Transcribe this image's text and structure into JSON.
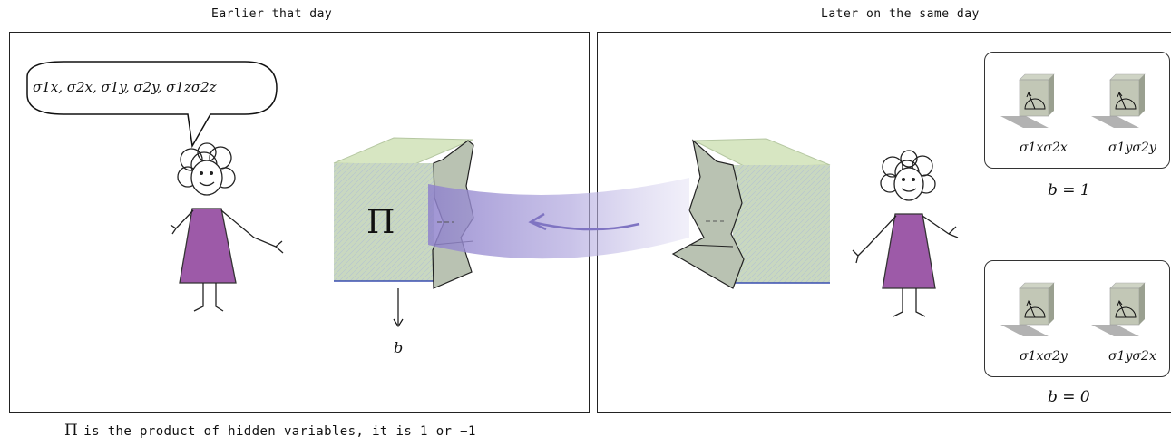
{
  "left_panel": {
    "title": "Earlier that day",
    "speech_bubble": "σ1x, σ2x, σ1y, σ2y, σ1zσ2z",
    "box_symbol": "Π",
    "output_label": "b"
  },
  "right_panel": {
    "title": "Later on the same day",
    "measurement_groups": [
      {
        "left_label": "σ1xσ2x",
        "right_label": "σ1yσ2y",
        "result": "b = 1"
      },
      {
        "left_label": "σ1xσ2y",
        "right_label": "σ1yσ2x",
        "result": "b = 0"
      }
    ]
  },
  "caption": {
    "symbol": "Π",
    "text": "is the product of hidden variables, it is 1 or −1"
  },
  "colors": {
    "box_top": "#d7e6c2",
    "box_front": "#c8d8b8",
    "box_side": "#b9c2b2",
    "arrow_band": "#9b8fd2",
    "dress": "#9d5aa8"
  }
}
